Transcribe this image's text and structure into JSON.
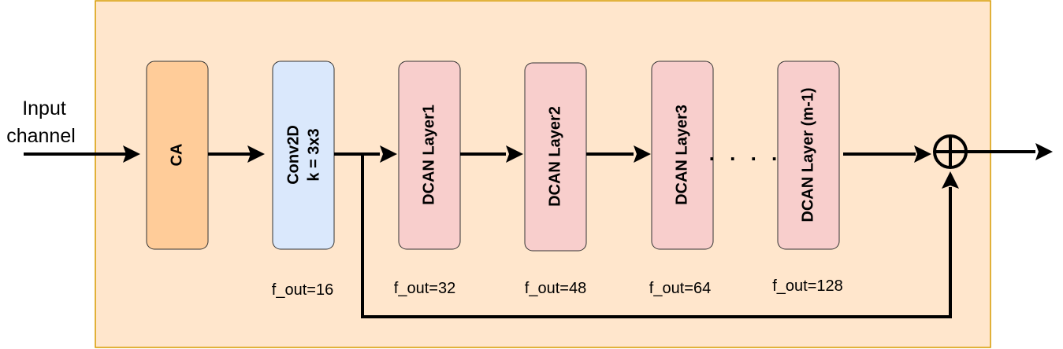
{
  "input_label": {
    "line1": "Input",
    "line2": "channel"
  },
  "blocks": {
    "ca": {
      "label": "CA",
      "color": "#ffcc99"
    },
    "conv": {
      "line1": "Conv2D",
      "line2": "k = 3x3",
      "color": "#dae8fc",
      "note": "f_out=16"
    },
    "dcan1": {
      "label": "DCAN Layer1",
      "color": "#f8cecc",
      "note": "f_out=32"
    },
    "dcan2": {
      "label": "DCAN Layer2",
      "color": "#f8cecc",
      "note": "f_out=48"
    },
    "dcan3": {
      "label": "DCAN Layer3",
      "color": "#f8cecc",
      "note": "f_out=64"
    },
    "dcanm": {
      "label": "DCAN Layer (m-1)",
      "color": "#f8cecc",
      "note": "f_out=128"
    }
  },
  "ellipsis": ". . . .",
  "colors": {
    "panel": "#ffe6cc",
    "panel_border": "#d79b00"
  }
}
